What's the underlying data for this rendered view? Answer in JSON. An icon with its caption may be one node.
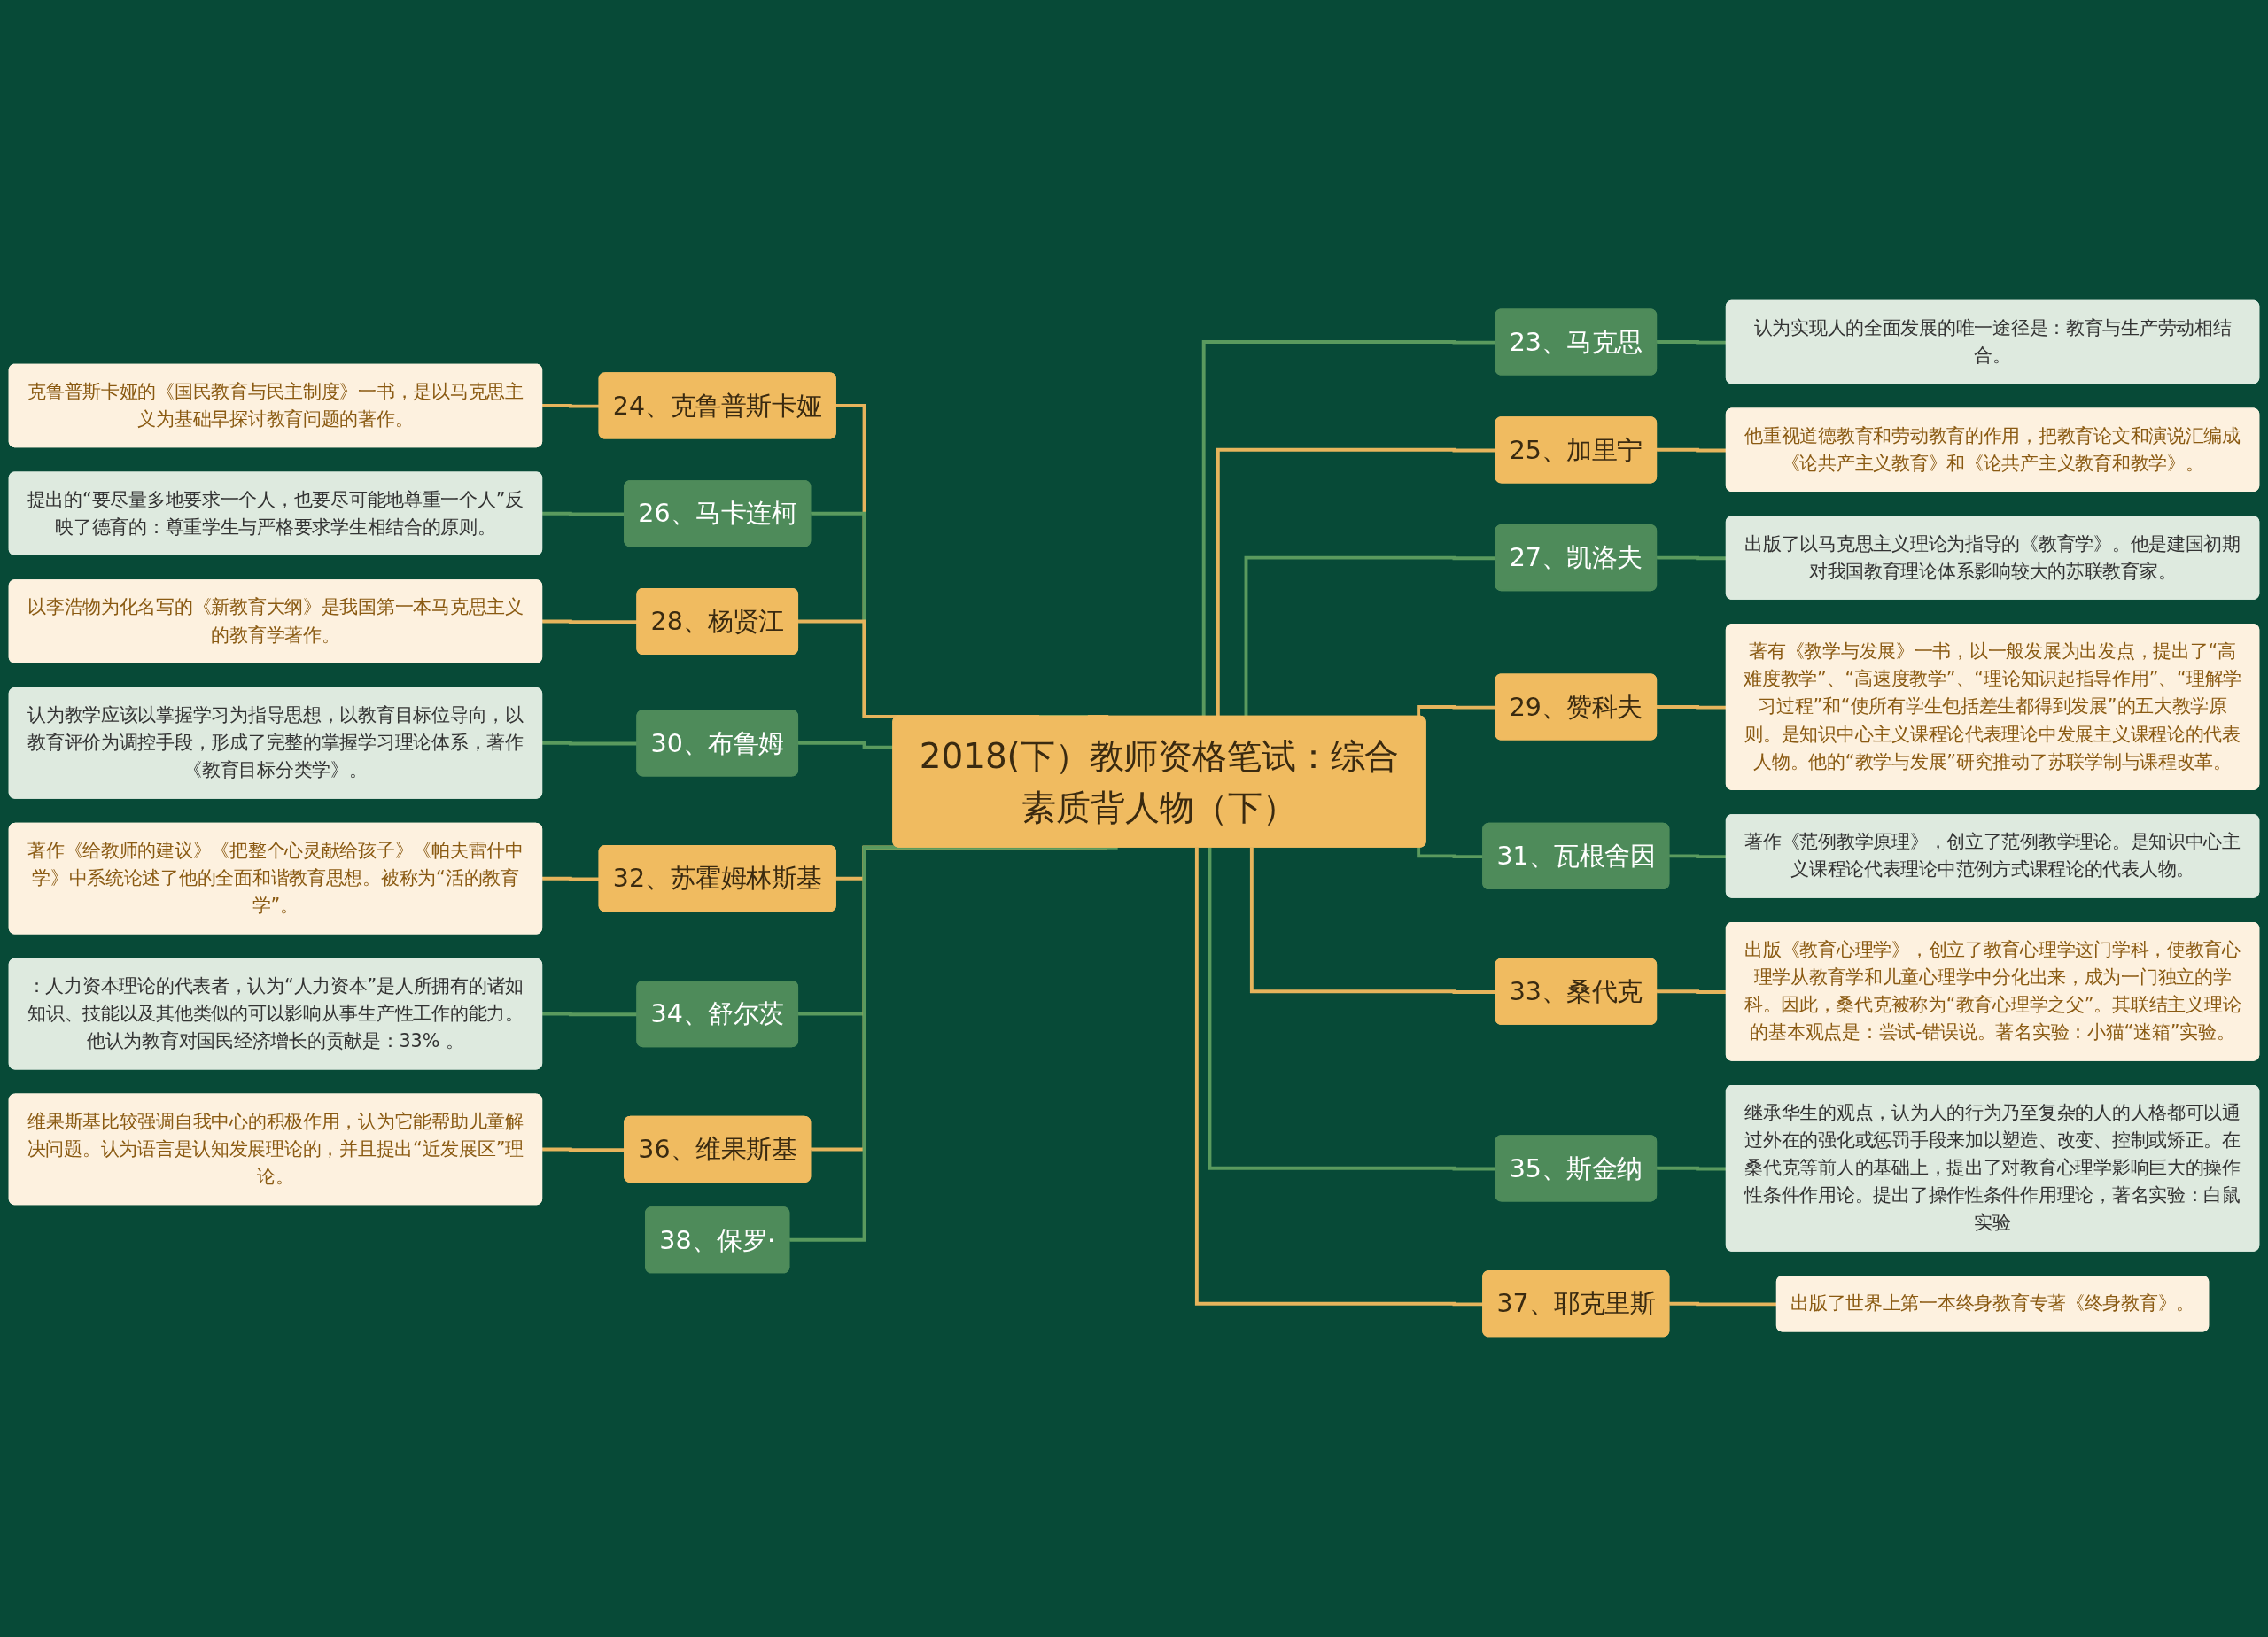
{
  "diagram": {
    "nodes": [
      {
        "text": [
          "2018(下）教师资格笔试：综合素质背人物（下）"
        ]
      },
      {
        "text": [
          "23、马克思"
        ]
      },
      {
        "text": [
          "认为实现人的全面发展的唯一途径是：教育与生产劳动相结合。"
        ]
      },
      {
        "text": [
          "24、克鲁普斯卡娅"
        ]
      },
      {
        "text": [
          "克鲁普斯卡娅的《国民教育与民主制度》一书，是以马克思主义为基础早探讨教育问题的著作。"
        ]
      },
      {
        "text": [
          "25、加里宁"
        ]
      },
      {
        "text": [
          "他重视道德教育和劳动教育的作用，把教育论文和演说汇编成《论共产主义教育》和《论共产主义教育和教学》。"
        ]
      },
      {
        "text": [
          "26、马卡连柯"
        ]
      },
      {
        "text": [
          "提出的“要尽量多地要求一个人，也要尽可能地尊重一个人”反映了德育的：尊重学生与严格要求学生相结合的原则。"
        ]
      },
      {
        "text": [
          "27、凯洛夫"
        ]
      },
      {
        "text": [
          "出版了以马克思主义理论为指导的《教育学》。他是建国初期对我国教育理论体系影响较大的苏联教育家。"
        ]
      },
      {
        "text": [
          "28、杨贤江"
        ]
      },
      {
        "text": [
          "以李浩物为化名写的《新教育大纲》是我国第一本马克思主义的教育学著作。"
        ]
      },
      {
        "text": [
          "29、赞科夫"
        ]
      },
      {
        "text": [
          "著有《教学与发展》一书，以一般发展为出发点，提出了“高难度教学”、“高速度教学”、“理论知识起指导作用”、“理解学习过程”和“使所有学生包括差生都得到发展”的五大教学原则。是知识中心主义课程论代表理论中发展主义课程论的代表人物。他的“教学与发展”研究推动了苏联学制与课程改革。"
        ]
      },
      {
        "text": [
          "30、布鲁姆"
        ]
      },
      {
        "text": [
          "认为教学应该以掌握学习为指导思想，以教育目标位导向，以教育评价为调控手段，形成了完整的掌握学习理论体系，著作《教育目标分类学》。"
        ]
      },
      {
        "text": [
          "31、瓦根舍因"
        ]
      },
      {
        "text": [
          "著作《范例教学原理》，创立了范例教学理论。是知识中心主义课程论代表理论中范例方式课程论的代表人物。"
        ]
      },
      {
        "text": [
          "32、苏霍姆林斯基"
        ]
      },
      {
        "text": [
          "著作《给教师的建议》《把整个心灵献给孩子》《帕夫雷什中学》中系统论述了他的全面和谐教育思想。被称为“活的教育学”。"
        ]
      },
      {
        "text": [
          "33、桑代克"
        ]
      },
      {
        "text": [
          "出版《教育心理学》，创立了教育心理学这门学科，使教育心理学从教育学和儿童心理学中分化出来，成为一门独立的学科。因此，桑代克被称为“教育心理学之父”。其联结主义理论的基本观点是：尝试-错误说。著名实验：小猫“迷箱”实验。"
        ]
      },
      {
        "text": [
          "34、舒尔茨"
        ]
      },
      {
        "text": [
          "：人力资本理论的代表者，认为“人力资本”是人所拥有的诸如知识、技能以及其他类似的可以影响从事生产性工作的能力。他认为教育对国民经济增长的贡献是：33% 。"
        ]
      },
      {
        "text": [
          "35、斯金纳"
        ]
      },
      {
        "text": [
          "继承华生的观点，认为人的行为乃至复杂的人的人格都可以通过外在的强化或惩罚手段来加以塑造、改变、控制或矫正。在桑代克等前人的基础上，提出了对教育心理学影响巨大的操作性条件作用论。提出了操作性条件作用理论，著名实验：白鼠实验"
        ]
      },
      {
        "text": [
          "36、维果斯基"
        ]
      },
      {
        "text": [
          "维果斯基比较强调自我中心的积极作用，认为它能帮助儿童解决问题。认为语言是认知发展理论的，并且提出“近发展区”理论。"
        ]
      },
      {
        "text": [
          "37、耶克里斯"
        ]
      },
      {
        "text": [
          "出版了世界上第一本终身教育专著《终身教育》。"
        ]
      },
      {
        "text": [
          "38、保罗·"
        ]
      }
    ],
    "edges": [
      {
        "from": 0,
        "to": 1,
        "arrow": "none",
        "color": "#5a9a5e"
      },
      {
        "from": 1,
        "to": 2,
        "arrow": "none",
        "color": "#5a9a5e"
      },
      {
        "from": 3,
        "to": 0,
        "arrow": "none"
      },
      {
        "from": 4,
        "to": 3,
        "arrow": "none"
      },
      {
        "from": 0,
        "to": 5,
        "arrow": "none"
      },
      {
        "from": 5,
        "to": 6,
        "arrow": "none"
      },
      {
        "from": 7,
        "to": 0,
        "arrow": "none",
        "color": "#5a9a5e"
      },
      {
        "from": 8,
        "to": 7,
        "arrow": "none",
        "color": "#5a9a5e"
      },
      {
        "from": 0,
        "to": 9,
        "arrow": "none",
        "color": "#5a9a5e"
      },
      {
        "from": 9,
        "to": 10,
        "arrow": "none",
        "color": "#5a9a5e"
      },
      {
        "from": 11,
        "to": 0,
        "arrow": "none"
      },
      {
        "from": 12,
        "to": 11,
        "arrow": "none"
      },
      {
        "from": 0,
        "to": 13,
        "arrow": "none"
      },
      {
        "from": 13,
        "to": 14,
        "arrow": "none"
      },
      {
        "from": 15,
        "to": 0,
        "arrow": "none",
        "color": "#5a9a5e"
      },
      {
        "from": 16,
        "to": 15,
        "arrow": "none",
        "color": "#5a9a5e"
      },
      {
        "from": 0,
        "to": 17,
        "arrow": "none",
        "color": "#5a9a5e"
      },
      {
        "from": 17,
        "to": 18,
        "arrow": "none",
        "color": "#5a9a5e"
      },
      {
        "from": 19,
        "to": 0,
        "arrow": "none"
      },
      {
        "from": 20,
        "to": 19,
        "arrow": "none"
      },
      {
        "from": 0,
        "to": 21,
        "arrow": "none"
      },
      {
        "from": 21,
        "to": 22,
        "arrow": "none"
      },
      {
        "from": 23,
        "to": 0,
        "arrow": "none",
        "color": "#5a9a5e"
      },
      {
        "from": 24,
        "to": 23,
        "arrow": "none",
        "color": "#5a9a5e"
      },
      {
        "from": 0,
        "to": 25,
        "arrow": "none",
        "color": "#5a9a5e"
      },
      {
        "from": 25,
        "to": 26,
        "arrow": "none",
        "color": "#5a9a5e"
      },
      {
        "from": 27,
        "to": 0,
        "arrow": "none"
      },
      {
        "from": 28,
        "to": 27,
        "arrow": "none"
      },
      {
        "from": 0,
        "to": 29,
        "arrow": "none"
      },
      {
        "from": 29,
        "to": 30,
        "arrow": "none"
      },
      {
        "from": 31,
        "to": 0,
        "arrow": "none",
        "color": "#5a9a5e"
      }
    ]
  }
}
